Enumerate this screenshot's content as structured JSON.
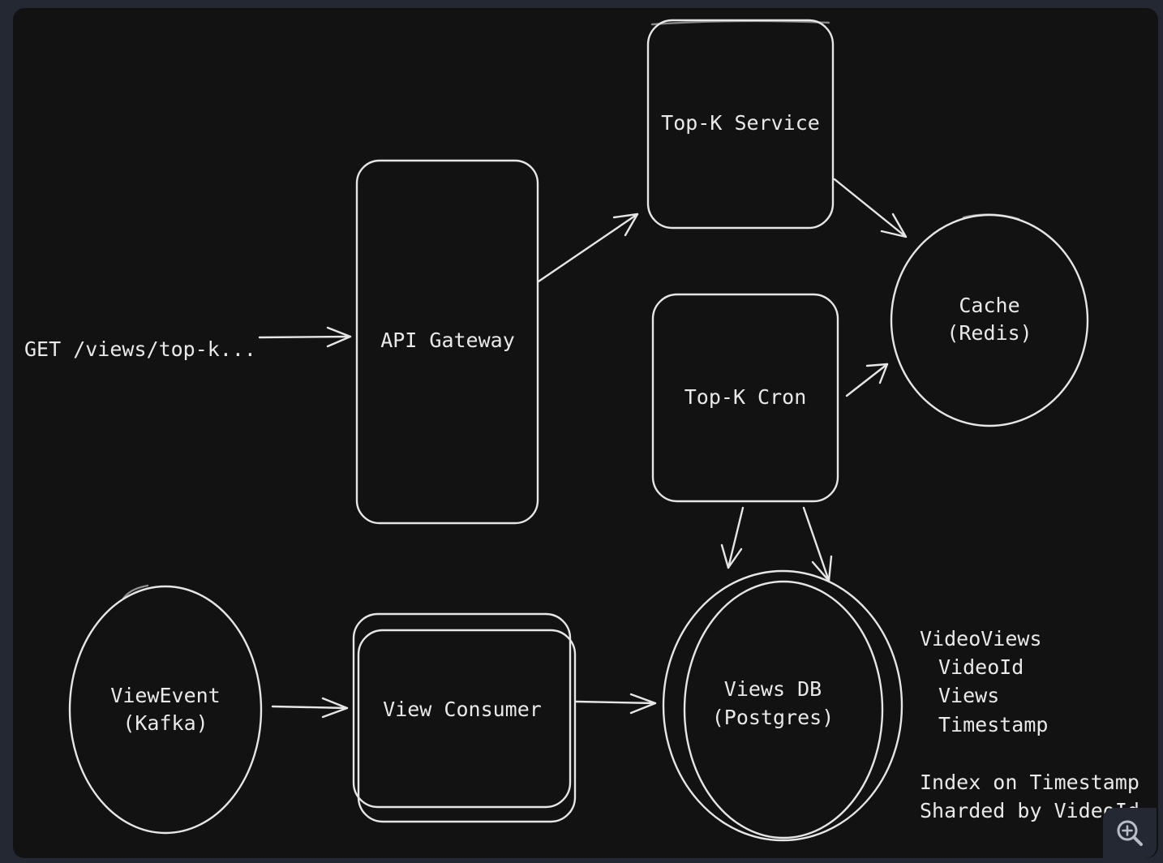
{
  "nodes": {
    "request": "GET /views/top-k...",
    "gateway": "API Gateway",
    "topk_service": "Top-K Service",
    "topk_cron": "Top-K Cron",
    "cache": [
      "Cache",
      "(Redis)"
    ],
    "view_event": [
      "ViewEvent",
      "(Kafka)"
    ],
    "view_consumer": "View Consumer",
    "views_db": [
      "Views DB",
      "(Postgres)"
    ]
  },
  "schema_note": {
    "table": "VideoViews",
    "fields": [
      "VideoId",
      "Views",
      "Timestamp"
    ],
    "notes": [
      "Index on Timestamp",
      "Sharded by VideoId"
    ]
  },
  "colors": {
    "background": "#121212",
    "frame": "#232832",
    "stroke": "#e6e6e6"
  },
  "icons": {
    "zoom": "zoom-in-icon"
  }
}
